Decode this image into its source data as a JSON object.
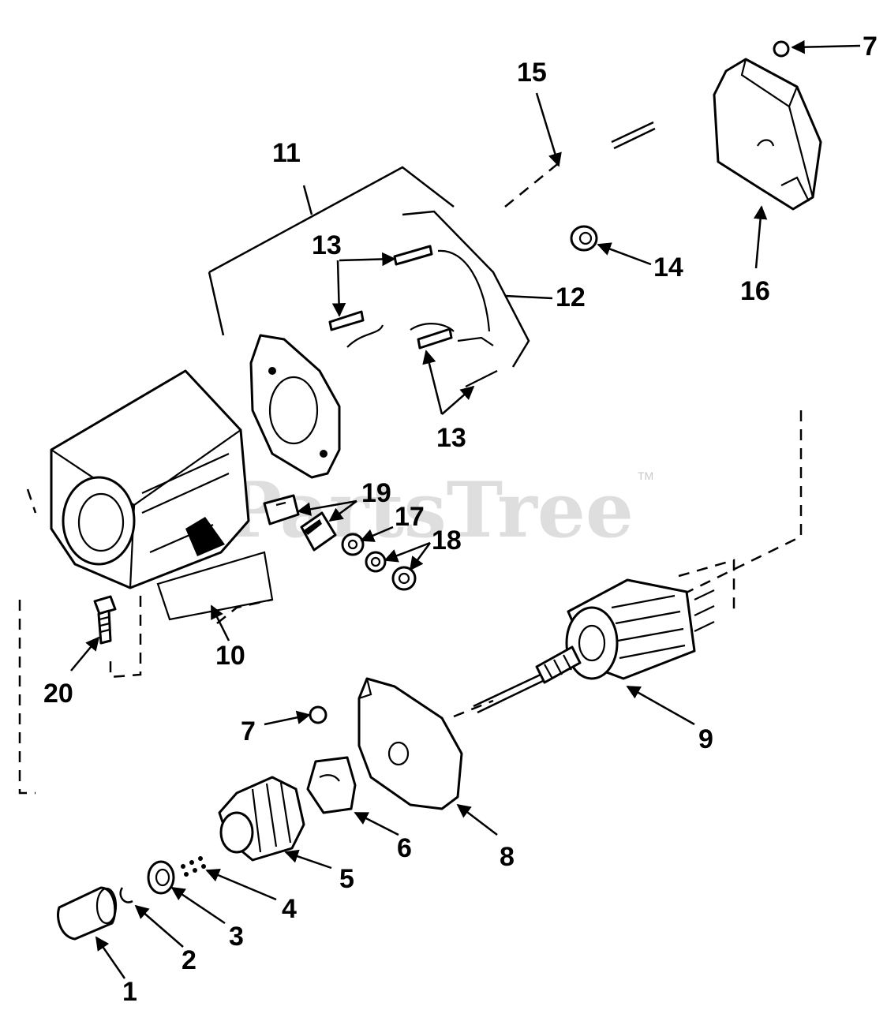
{
  "watermark": {
    "text": "PartsTree",
    "trademark": "TM"
  },
  "callouts": {
    "c1": "1",
    "c2": "2",
    "c3": "3",
    "c4": "4",
    "c5": "5",
    "c6": "6",
    "c7a": "7",
    "c7b": "7",
    "c8": "8",
    "c9": "9",
    "c10": "10",
    "c11": "11",
    "c12": "12",
    "c13a": "13",
    "c13b": "13",
    "c14": "14",
    "c15": "15",
    "c16": "16",
    "c17": "17",
    "c18": "18",
    "c19": "19",
    "c20": "20"
  }
}
